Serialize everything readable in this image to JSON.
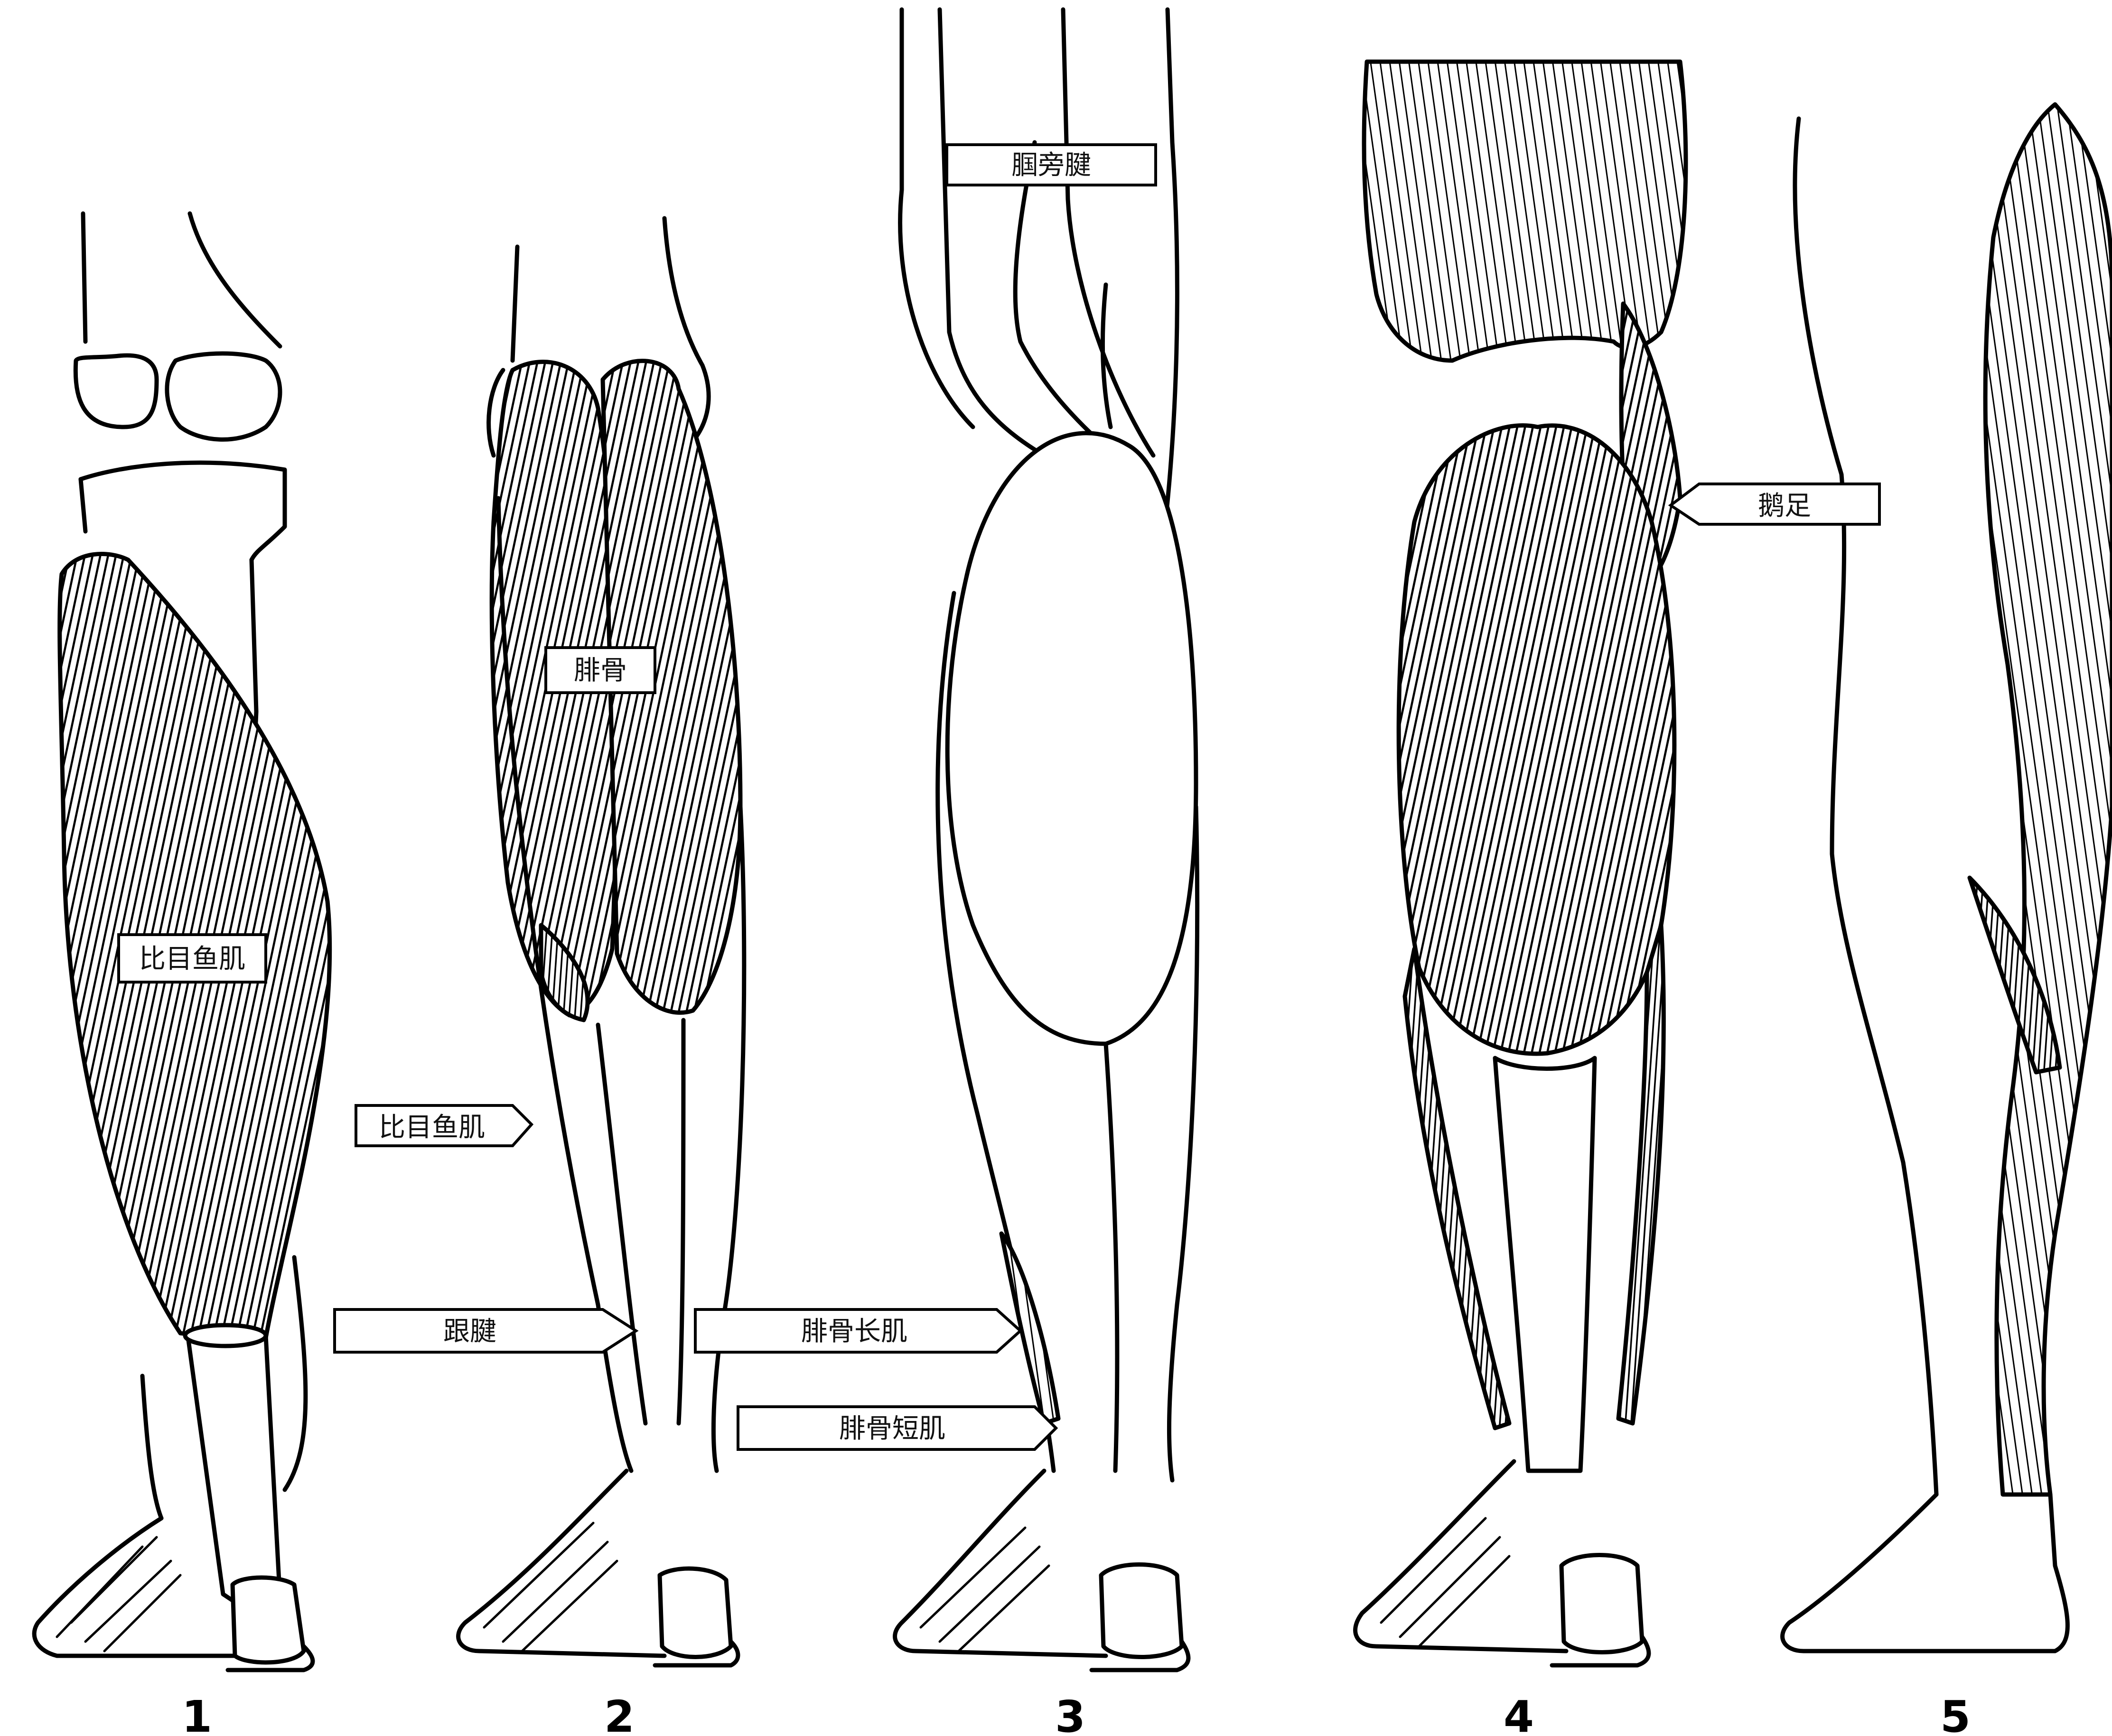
{
  "figure": {
    "labels": {
      "soleus_on_1": "比目鱼肌",
      "soleus_on_2": "比目鱼肌",
      "achilles": "跟腱",
      "peroneus_longus": "腓骨长肌",
      "peroneus_brevis": "腓骨短肌",
      "gastrocnemius": "腓骨",
      "popliteal_tendon": "腘旁腱",
      "pes_anserinus": "鹅足"
    },
    "panel_numbers": [
      "1",
      "2",
      "3",
      "4",
      "5"
    ]
  }
}
